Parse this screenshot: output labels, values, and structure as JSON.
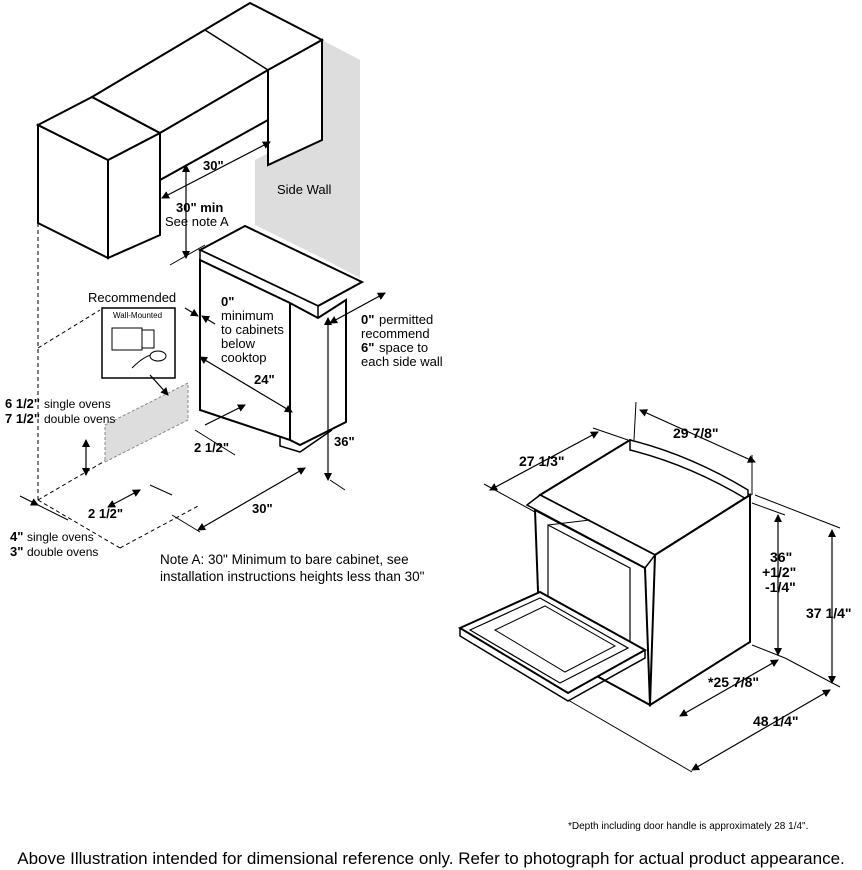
{
  "left_diagram": {
    "side_wall": "Side Wall",
    "dim_width_top": "30\"",
    "min_height": "30\" min",
    "see_note": "See note A",
    "recommended": "Recommended",
    "wall_mounted": "Wall-Mounted",
    "zero_label": "0\"",
    "minimum": "minimum",
    "to_cabinets": "to cabinets",
    "below": "below",
    "cooktop": "cooktop",
    "permitted_0": "0\"",
    "permitted_text": "permitted",
    "recommend": "recommend",
    "six_in": "6\"",
    "space_to": "space to",
    "each_side_wall": "each side wall",
    "depth_24": "24\"",
    "height_36": "36\"",
    "two_half_a": "2 1/2\"",
    "two_half_b": "2 1/2\"",
    "width_30": "30\"",
    "six_half": "6 1/2\"",
    "single_ovens_a": "single ovens",
    "seven_half": "7 1/2\"",
    "double_ovens_a": "double ovens",
    "four_in": "4\"",
    "single_ovens_b": "single ovens",
    "three_in": "3\"",
    "double_ovens_b": "double ovens",
    "note_a_line1": "Note A: 30\" Minimum to bare cabinet, see",
    "note_a_line2": "installation instructions heights less than 30\""
  },
  "right_diagram": {
    "width": "29 7/8\"",
    "depth_top": "27 1/3\"",
    "height_36": "36\"",
    "plus": "+1/2\"",
    "minus": "-1/4\"",
    "height_total": "37 1/4\"",
    "depth_body": "*25 7/8\"",
    "depth_open": "48 1/4\""
  },
  "footnote": "*Depth including door handle is approximately 28 1/4\".",
  "footer": "Above Illustration intended for dimensional reference only. Refer to photograph for actual product appearance."
}
